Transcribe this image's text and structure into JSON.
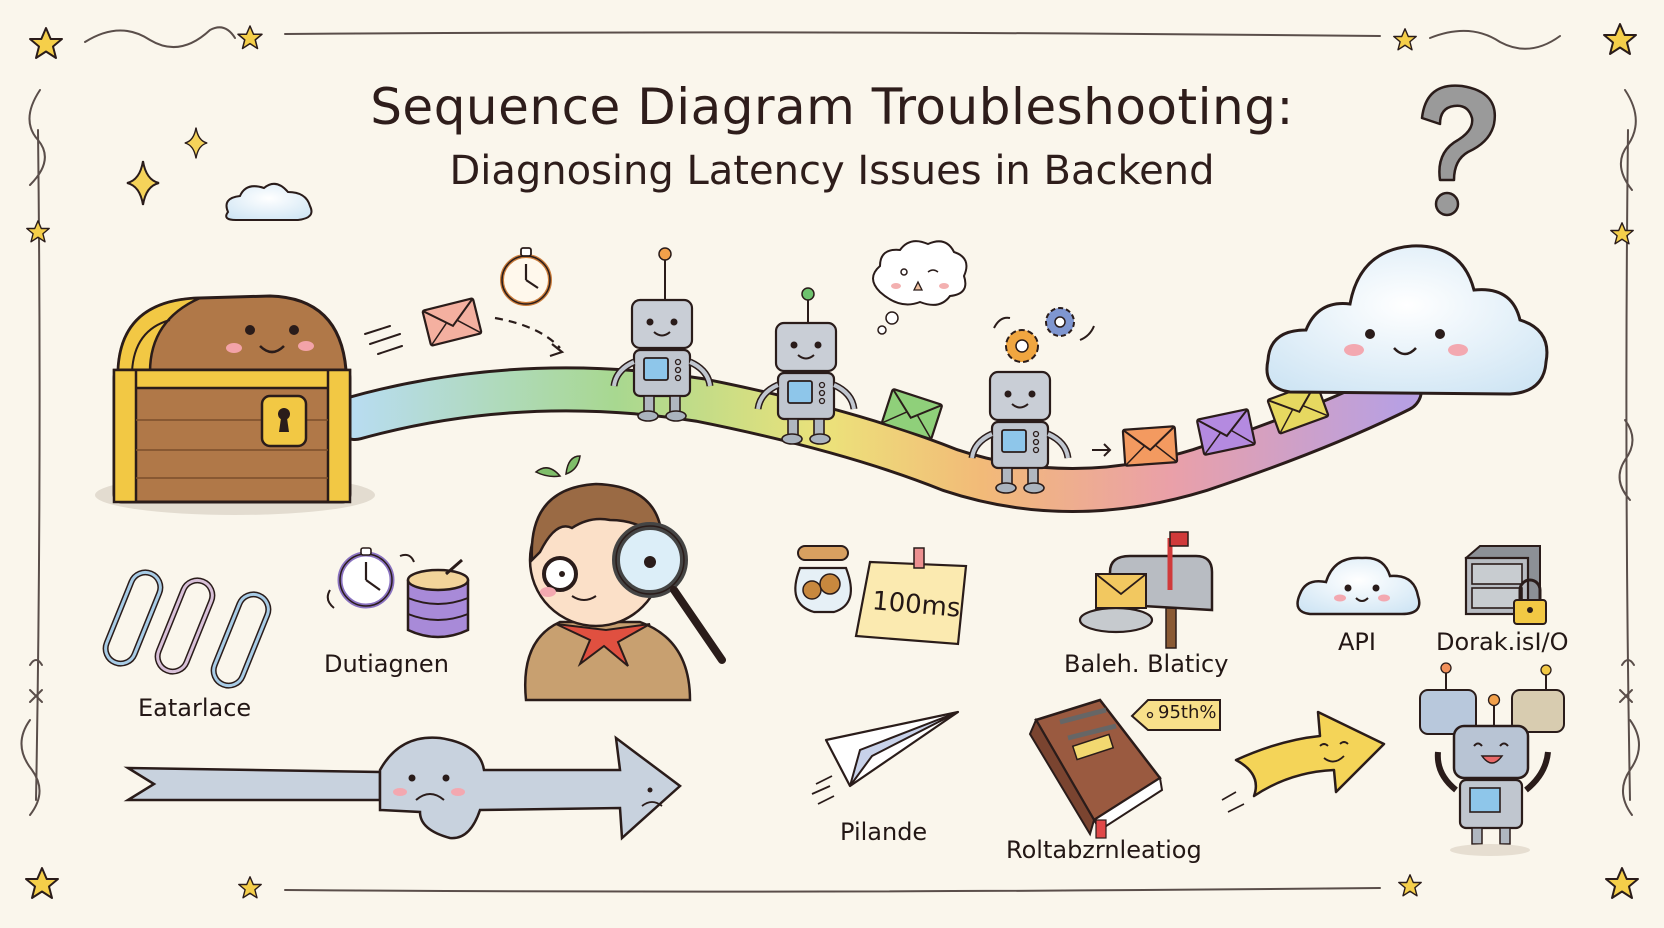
{
  "header": {
    "title": "Sequence Diagram Troubleshooting:",
    "subtitle": "Diagnosing Latency Issues in Backend"
  },
  "main_flow": {
    "participants": [
      {
        "name": "treasure-chest-database",
        "role": "source"
      },
      {
        "name": "robot-service-1",
        "role": "receiver"
      },
      {
        "name": "robot-service-2-thinking",
        "role": "processor"
      },
      {
        "name": "robot-service-3-gears",
        "role": "processor"
      },
      {
        "name": "cloud-backend",
        "role": "destination"
      }
    ],
    "messages": [
      {
        "from": "treasure-chest-database",
        "to": "robot-service-1",
        "type": "envelope",
        "color": "#f3a3a8"
      },
      {
        "from": "robot-service-2-thinking",
        "to": "robot-service-3-gears",
        "type": "envelope",
        "color": "#8fd07a"
      },
      {
        "from": "robot-service-3-gears",
        "to": "cloud-backend",
        "type": "envelope-queue",
        "colors": [
          "#f39a60",
          "#b48ae0",
          "#e6d860"
        ]
      }
    ],
    "path_gradient": [
      "#a8d4ee",
      "#9ad08a",
      "#e8e070",
      "#f0b070",
      "#e89aa0",
      "#b49ae0"
    ]
  },
  "icons": {
    "paperclips_label": "Eatarlace",
    "stopwatch_db_label": "Dutiagnen",
    "sticky_note_text": "100ms",
    "mailbox_label": "Baleh. Blaticy",
    "api_cloud_label": "API",
    "filing_cabinet_label": "Dorak.isI/O",
    "paper_plane_label": "Pilande",
    "book_label": "Roltabzrnleatiog",
    "book_tag_text": "95th%"
  },
  "colors": {
    "background": "#faf6ec",
    "ink": "#2a1c1a",
    "star": "#f5cf4a",
    "cloud": "#dcecf7",
    "robot": "#c7ccd3",
    "chest_wood": "#b07848",
    "chest_gold": "#f2c844"
  }
}
